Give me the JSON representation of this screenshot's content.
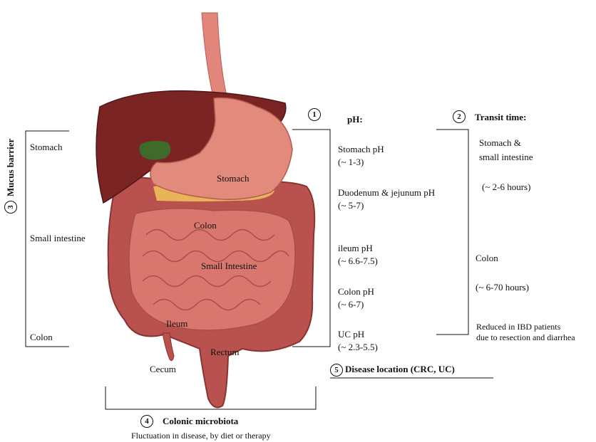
{
  "organs": {
    "stomach": "Stomach",
    "colon": "Colon",
    "small_intestine": "Small Intestine",
    "ileum": "Ileum",
    "rectum": "Rectum",
    "cecum": "Cecum"
  },
  "mucus": {
    "number": "3",
    "title": "Mucus barrier",
    "items": [
      "Stomach",
      "Small intestine",
      "Colon"
    ]
  },
  "ph": {
    "number": "1",
    "title": "pH:",
    "items": [
      {
        "label": "Stomach pH",
        "value": "(~ 1-3)"
      },
      {
        "label": "Duodenum & jejunum pH",
        "value": "(~ 5-7)"
      },
      {
        "label": "ileum pH",
        "value": "(~ 6.6-7.5)"
      },
      {
        "label": "Colon pH",
        "value": "(~ 6-7)"
      },
      {
        "label": "UC pH",
        "value": "(~ 2.3-5.5)"
      }
    ]
  },
  "transit": {
    "number": "2",
    "title": "Transit time:",
    "stomach_label_1": "Stomach &",
    "stomach_label_2": "small intestine",
    "stomach_value": "(~ 2-6 hours)",
    "colon_label": "Colon",
    "colon_value": "(~ 6-70 hours)",
    "note_1": "Reduced in IBD patients",
    "note_2": "due to resection and diarrhea"
  },
  "disease": {
    "number": "5",
    "title": "Disease location (CRC, UC)"
  },
  "microbiota": {
    "number": "4",
    "title": "Colonic microbiota",
    "subtitle": "Fluctuation in disease, by diet or therapy"
  },
  "colors": {
    "liver": "#7a2424",
    "stomach": "#e28a7c",
    "colon": "#b9524f",
    "small_intestine": "#d9776e",
    "gallbladder": "#3f6b2a",
    "pancreas": "#e8b45a",
    "esophagus": "#e2857a"
  }
}
